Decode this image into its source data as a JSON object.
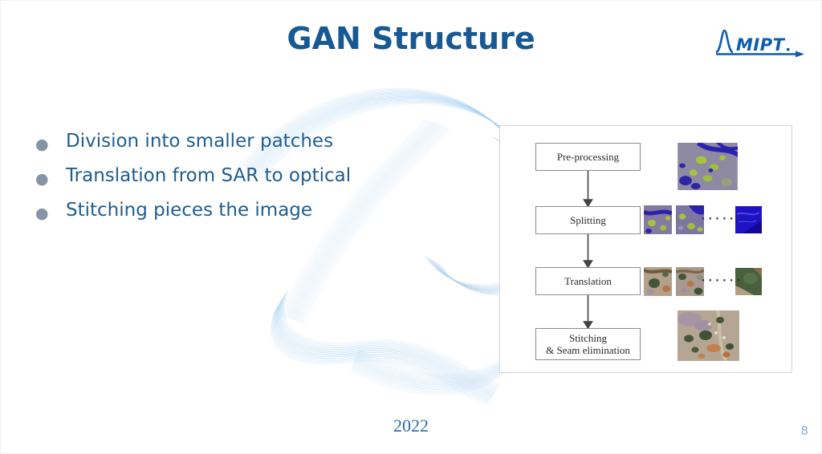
{
  "slide": {
    "title": "GAN Structure",
    "year": "2022",
    "page_number": "8"
  },
  "logo": {
    "text": "MIPT"
  },
  "bullets": [
    "Division into smaller patches",
    "Translation from SAR to optical",
    "Stitching pieces the image"
  ],
  "flowchart": {
    "steps": [
      {
        "label": "Pre-processing"
      },
      {
        "label": "Splitting"
      },
      {
        "label": "Translation"
      },
      {
        "label": "Stitching",
        "label2": "& Seam elimination"
      }
    ],
    "ellipsis": "······"
  },
  "colors": {
    "title_blue": "#175993",
    "body_blue": "#1f5d90",
    "logo_blue": "#0f5cad",
    "swirl_blue": "#a9cdec"
  }
}
